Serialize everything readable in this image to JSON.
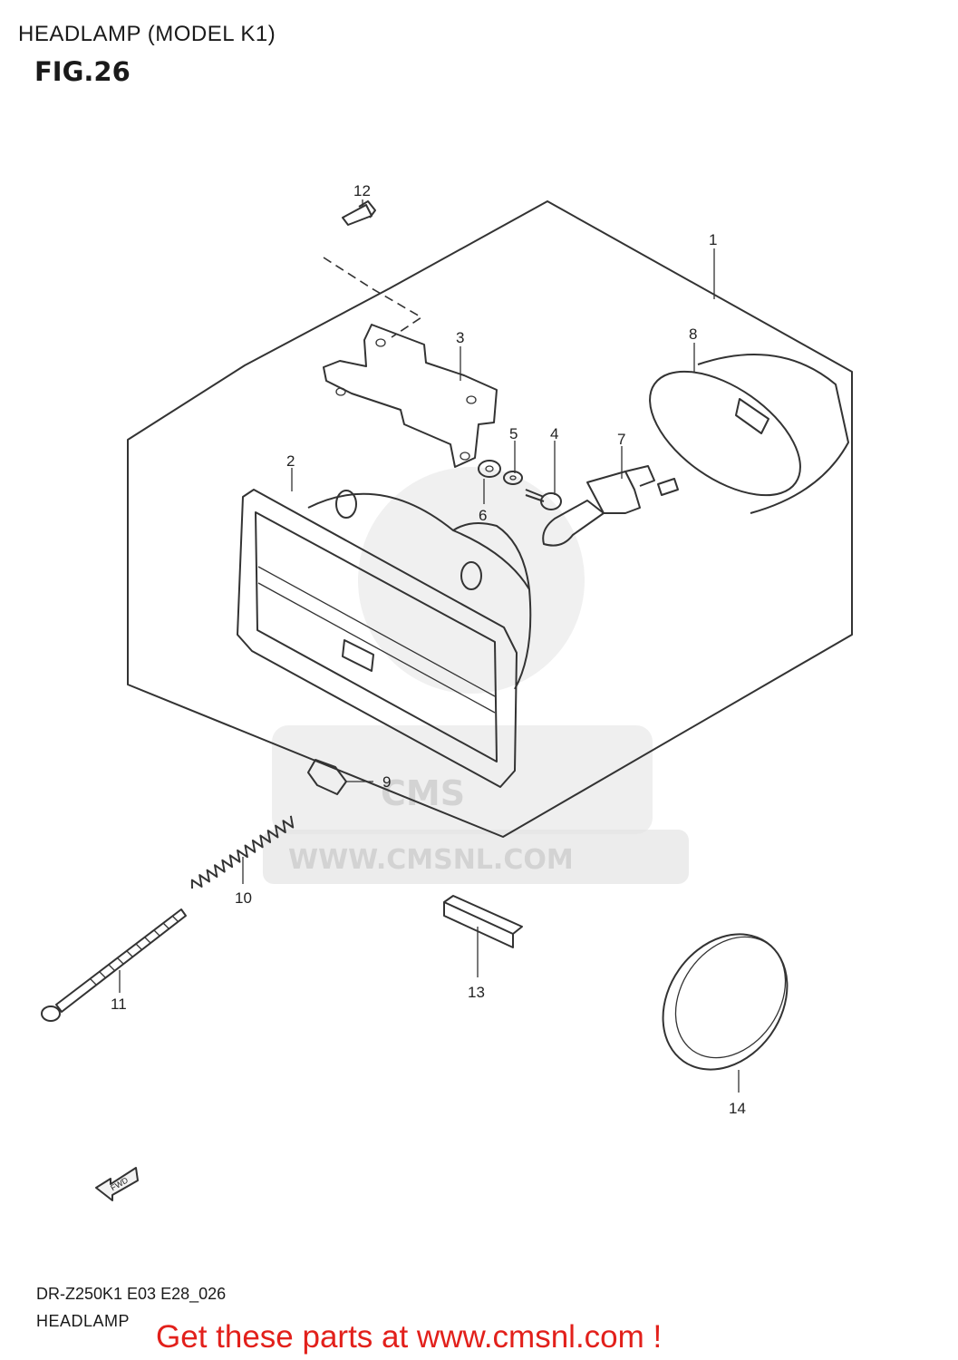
{
  "header": {
    "title": "HEADLAMP (MODEL K1)",
    "figure": "FIG.26"
  },
  "footer": {
    "model_code": "DR-Z250K1 E03 E28_026",
    "section": "HEADLAMP",
    "cta": "Get these parts at www.cmsnl.com !"
  },
  "watermark": {
    "brand": "CMS",
    "url": "WWW.CMSNL.COM"
  },
  "fwd_marker": "FWD",
  "callouts": [
    "1",
    "2",
    "3",
    "4",
    "5",
    "6",
    "7",
    "8",
    "9",
    "10",
    "11",
    "12",
    "13",
    "14"
  ],
  "colors": {
    "cta": "#e2201b",
    "line": "#333333",
    "watermark": "#e4e4e4"
  }
}
